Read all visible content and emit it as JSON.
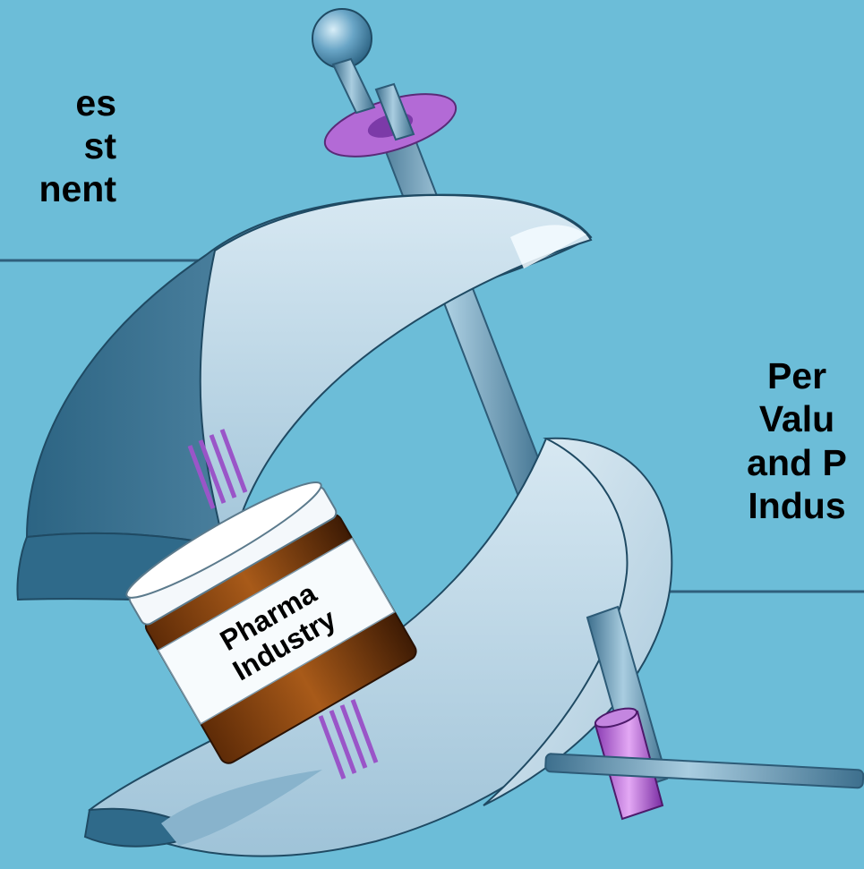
{
  "left_text": {
    "lines": [
      "es",
      "st",
      "nent"
    ]
  },
  "right_text": {
    "lines": [
      "Per",
      "Valu",
      "and P",
      "Indus"
    ]
  },
  "jar_label": {
    "line1": "Pharma",
    "line2": "Industry"
  },
  "colors": {
    "background": "#6cbdd8",
    "clamp_light": "#c5dbe8",
    "clamp_dark": "#3e7d9f",
    "rod": "#5d8da8",
    "accent_purple": "#a25bd0",
    "jar_brown": "#7a3e0e"
  }
}
